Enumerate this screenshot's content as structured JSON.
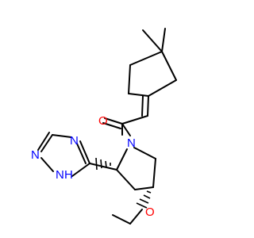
{
  "colors": {
    "carbon_bond": "#000000",
    "oxygen": "#ff0000",
    "nitrogen": "#0000ff",
    "background": "#ffffff"
  },
  "atoms": {
    "carbonyl_oxygen": "O",
    "ether_oxygen": "O",
    "pyrrolidine_nitrogen": "N",
    "triazole_n_top": "N",
    "triazole_n_left": "N",
    "triazole_nh": "N",
    "triazole_nh_h": "H",
    "hash_stereo_label_1": "",
    "hash_stereo_label_2": ""
  }
}
